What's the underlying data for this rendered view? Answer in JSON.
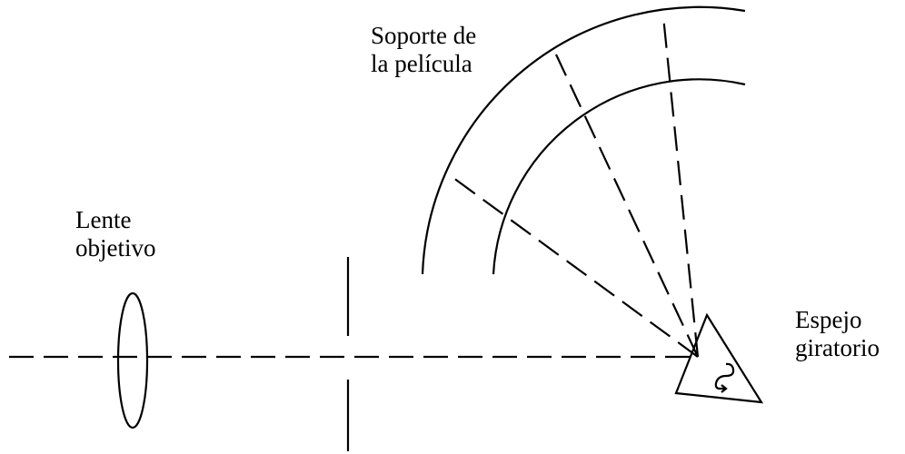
{
  "labels": {
    "film_holder": {
      "line1": "Soporte de",
      "line2": "la película"
    },
    "objective_lens": {
      "line1": "Lente",
      "line2": "objetivo"
    },
    "rotating_mirror": {
      "line1": "Espejo",
      "line2": "giratorio"
    }
  },
  "colors": {
    "ink": "#000000",
    "background": "#ffffff"
  },
  "icons": {
    "mirror_rotation": "rotation-arrow-icon"
  }
}
